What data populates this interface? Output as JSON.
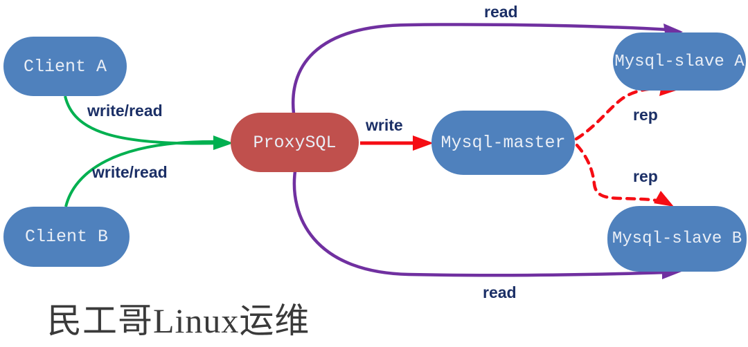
{
  "diagram": {
    "watermark": "民工哥Linux运维",
    "colors": {
      "node_blue": "#4f81bd",
      "node_red": "#c0504d",
      "green": "#00b050",
      "purple": "#7030a0",
      "red": "#f50d14",
      "label_navy": "#1b2f66",
      "node_text": "#e9eef6",
      "watermark_text": "#3a3a3a"
    },
    "nodes": [
      {
        "id": "client-a",
        "label": "Client A",
        "color": "#4f81bd"
      },
      {
        "id": "client-b",
        "label": "Client B",
        "color": "#4f81bd"
      },
      {
        "id": "proxysql",
        "label": "ProxySQL",
        "color": "#c0504d"
      },
      {
        "id": "mysql-master",
        "label": "Mysql-master",
        "color": "#4f81bd"
      },
      {
        "id": "mysql-slave-a",
        "label": "Mysql-slave A",
        "color": "#4f81bd"
      },
      {
        "id": "mysql-slave-b",
        "label": "Mysql-slave B",
        "color": "#4f81bd"
      }
    ],
    "edges": [
      {
        "from": "client-a",
        "to": "proxysql",
        "label": "write/read",
        "color": "#00b050",
        "style": "solid"
      },
      {
        "from": "client-b",
        "to": "proxysql",
        "label": "write/read",
        "color": "#00b050",
        "style": "solid"
      },
      {
        "from": "proxysql",
        "to": "mysql-master",
        "label": "write",
        "color": "#f50d14",
        "style": "solid"
      },
      {
        "from": "proxysql",
        "to": "mysql-slave-a",
        "label": "read",
        "color": "#7030a0",
        "style": "solid"
      },
      {
        "from": "proxysql",
        "to": "mysql-slave-b",
        "label": "read",
        "color": "#7030a0",
        "style": "solid"
      },
      {
        "from": "mysql-master",
        "to": "mysql-slave-a",
        "label": "rep",
        "color": "#f50d14",
        "style": "dashed"
      },
      {
        "from": "mysql-master",
        "to": "mysql-slave-b",
        "label": "rep",
        "color": "#f50d14",
        "style": "dashed"
      }
    ]
  }
}
